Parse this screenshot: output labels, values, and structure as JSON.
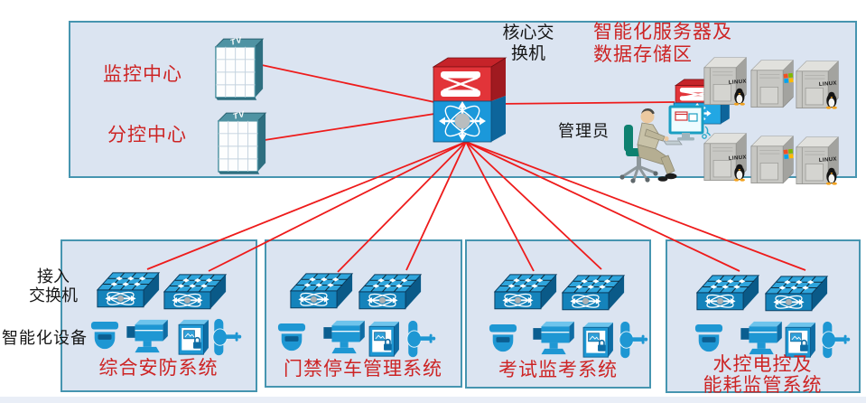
{
  "top_section": {
    "monitoring_center": "监控中心",
    "sub_control_center": "分控中心",
    "core_switch_lines": [
      "核心交",
      "换机"
    ],
    "server_area_lines": [
      "智能化服务器及",
      "数据存储区"
    ],
    "admin": "管理员",
    "tv_label": "TV",
    "linux_label": "LINUX"
  },
  "access_section": {
    "access_switch_lines": [
      "接入",
      "交换机"
    ],
    "devices_label": "智能化设备",
    "systems": [
      {
        "line1": "综合安防系统",
        "line2": ""
      },
      {
        "line1": "门禁停车管理系统",
        "line2": ""
      },
      {
        "line1": "考试监考系统",
        "line2": ""
      },
      {
        "line1": "水控电控及",
        "line2": "能耗监管系统"
      }
    ]
  },
  "icons": {
    "tv_wall": "tv-grid-panel",
    "core_switch": "multilayer-switch",
    "server_switch": "small-multilayer-switch",
    "access_switch": "workgroup-switch",
    "dome_camera": "dome-camera",
    "box_camera": "cctv-camera",
    "access_panel": "card-reader-panel",
    "turnstile": "turnstile-barrier",
    "server_linux": "linux-server-tower",
    "server_windows": "windows-server-tower",
    "admin_person": "person-at-computer"
  },
  "colors": {
    "line_red": "#ee1b1b",
    "label_red": "#cd2424",
    "box_fill": "#dbe4f1",
    "box_border": "#4695b0",
    "cisco_blue": "#1b98da",
    "cisco_red": "#e23439",
    "device_blue": "#1e97d3",
    "wall_teal": "#4f93a3"
  }
}
